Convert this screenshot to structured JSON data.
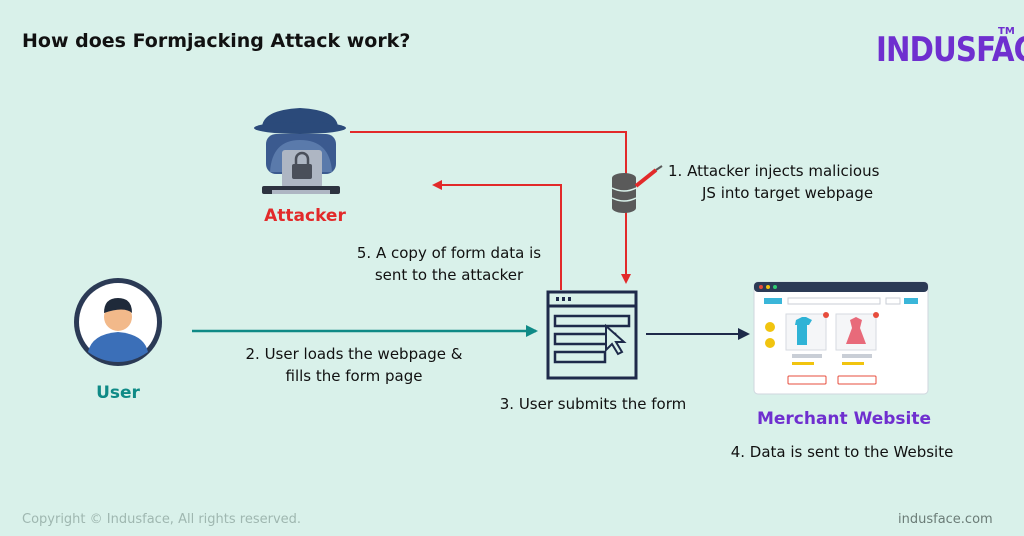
{
  "title": "How does Formjacking Attack work?",
  "logo": {
    "text": "INDUSFACE",
    "tm": "TM"
  },
  "roles": {
    "attacker": "Attacker",
    "user": "User",
    "merchant": "Merchant Website"
  },
  "steps": {
    "s1_line1": "1.  Attacker injects malicious",
    "s1_line2": "JS into target webpage",
    "s2_line1": "2. User loads the webpage &",
    "s2_line2": "fills the form page",
    "s3": "3. User submits the form",
    "s4": "4. Data is sent to the Website",
    "s5_line1": "5. A copy of form data is",
    "s5_line2": "sent to the attacker"
  },
  "footer": {
    "copyright": "Copyright © Indusface, All rights reserved.",
    "site": "indusface.com"
  },
  "colors": {
    "background": "#d9f1ea",
    "attacker_red": "#e22a2a",
    "user_teal": "#0f8a86",
    "merchant_purple": "#6f2fcf",
    "icon_navy": "#1e2a4a"
  }
}
